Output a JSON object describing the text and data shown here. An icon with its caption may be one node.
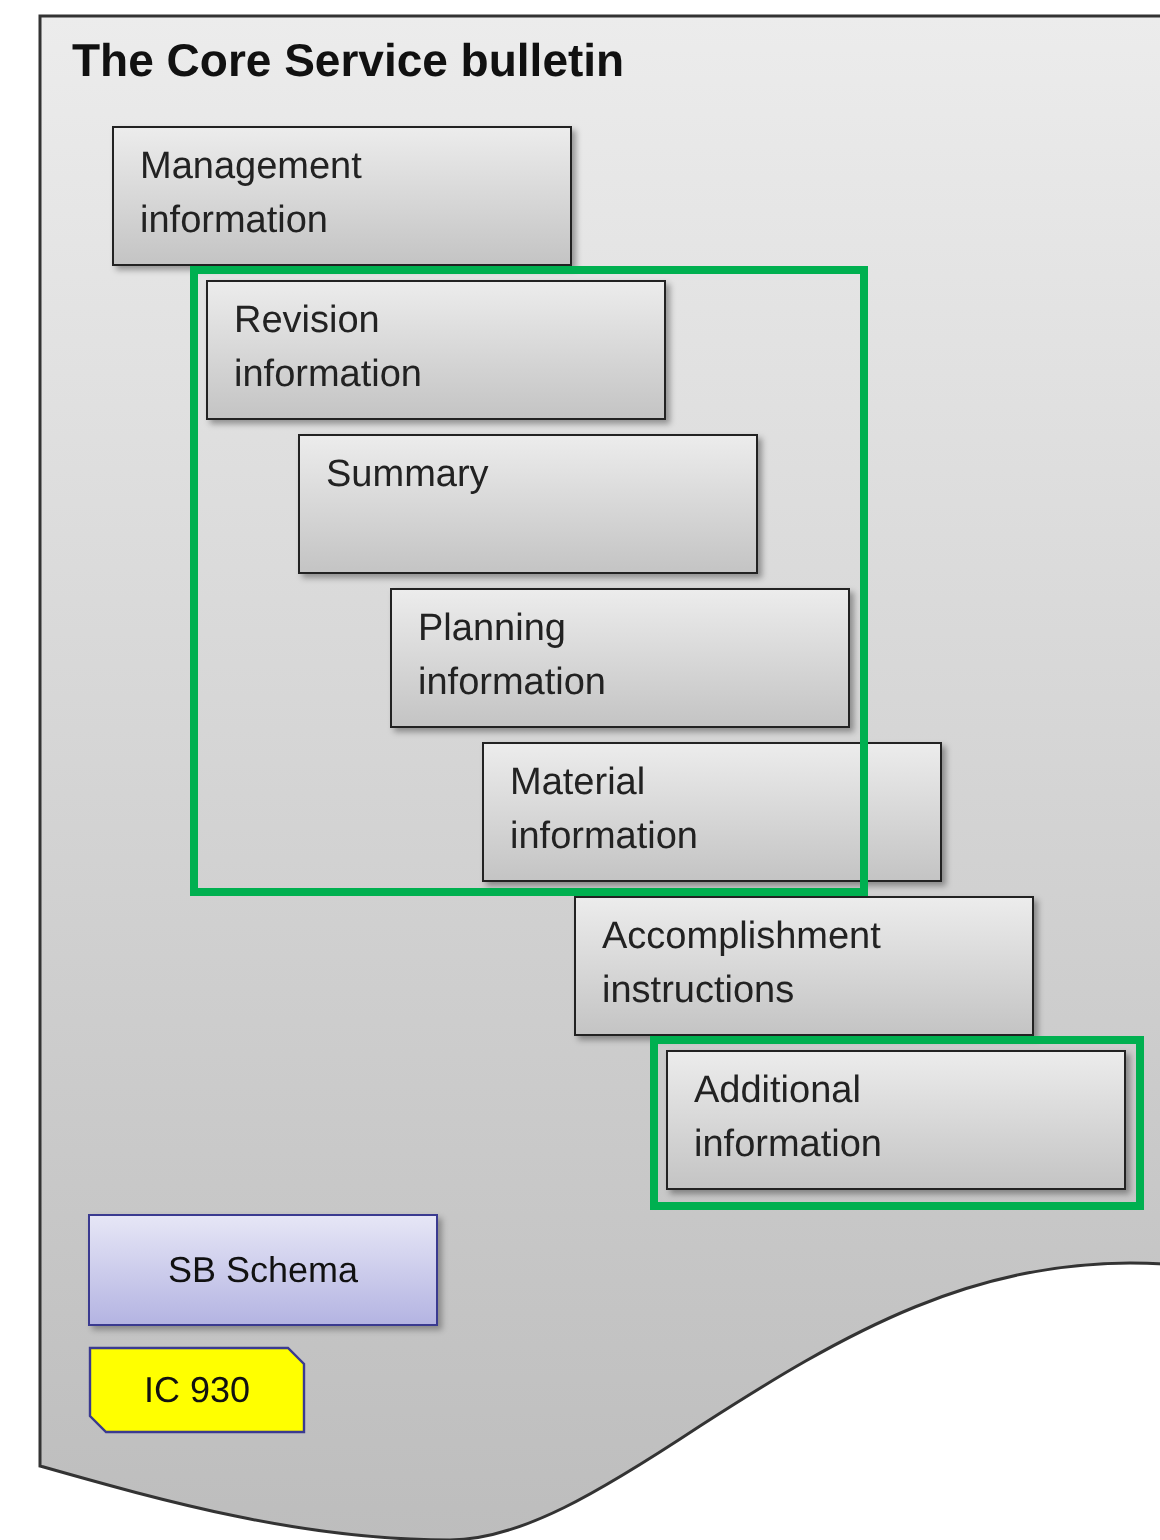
{
  "diagram": {
    "nodes": [
      {
        "text": [
          "The Core Service bulletin"
        ]
      },
      {
        "text": [
          "Management information"
        ],
        "in": 0
      },
      {
        "text": [
          "Revision information"
        ],
        "in": 0
      },
      {
        "text": [
          "Summary"
        ],
        "in": 0
      },
      {
        "text": [
          "Planning information"
        ],
        "in": 0
      },
      {
        "text": [
          "Material information"
        ],
        "in": 0
      },
      {
        "text": [
          "Accomplishment instructions"
        ],
        "in": 0
      },
      {
        "text": [
          "Additional information"
        ],
        "in": 0
      },
      {
        "text": [
          "SB Schema"
        ],
        "in": 0
      },
      {
        "text": [
          "IC 930"
        ],
        "in": 0
      }
    ],
    "edges": []
  }
}
